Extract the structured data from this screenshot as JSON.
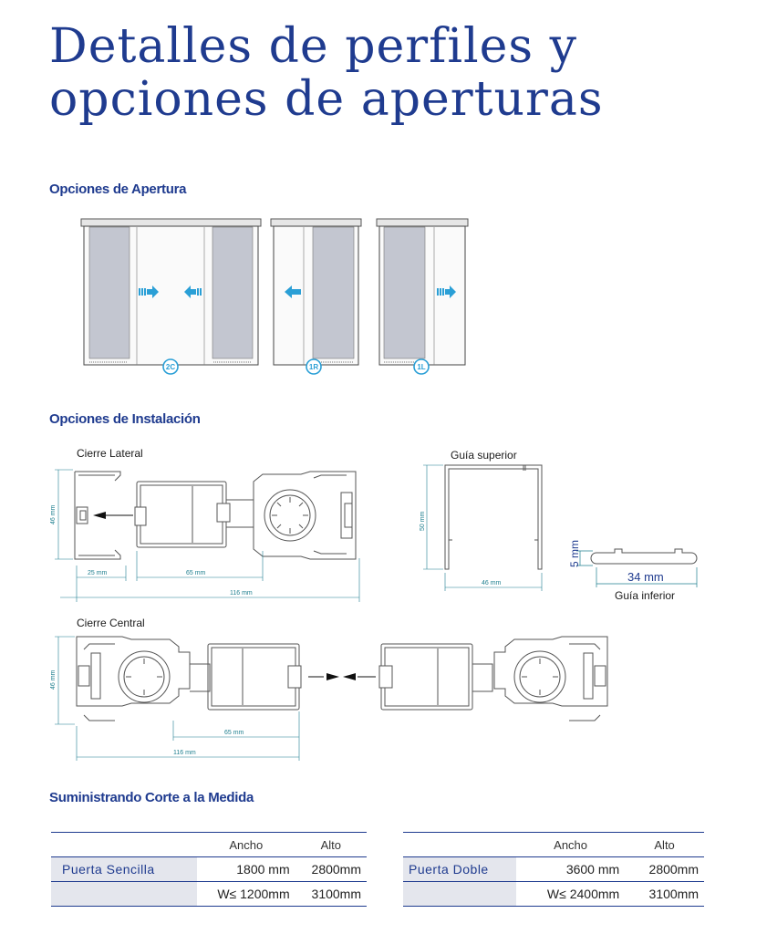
{
  "title_line1": "Detalles de perfiles y",
  "title_line2": "opciones de aperturas",
  "sections": {
    "apertura": "Opciones de Apertura",
    "instalacion": "Opciones de Instalación",
    "medida": "Suministrando Corte a la Medida"
  },
  "opening_badges": [
    "2C",
    "1R",
    "1L"
  ],
  "installation": {
    "lateral_label": "Cierre Lateral",
    "central_label": "Cierre Central",
    "guia_superior_label": "Guía superior",
    "guia_inferior_label": "Guía inferior",
    "dims": {
      "d46_lateral": "46 mm",
      "d25": "25 mm",
      "d65_lateral": "65 mm",
      "d116_lateral": "116 mm",
      "d50": "50 mm",
      "d46_superior": "46 mm",
      "d5": "5 mm",
      "d34": "34 mm",
      "d46_central": "46 mm",
      "d65_central": "65 mm",
      "d116_central": "116 mm"
    }
  },
  "tables": {
    "sencilla": {
      "col_ancho": "Ancho",
      "col_alto": "Alto",
      "label": "Puerta Sencilla",
      "row1_ancho": "1800 mm",
      "row1_alto": "2800mm",
      "row2_ancho": "W≤ 1200mm",
      "row2_alto": "3100mm"
    },
    "doble": {
      "col_ancho": "Ancho",
      "col_alto": "Alto",
      "label": "Puerta Doble",
      "row1_ancho": "3600 mm",
      "row1_alto": "2800mm",
      "row2_ancho": "W≤ 2400mm",
      "row2_alto": "3100mm"
    }
  },
  "colors": {
    "brand_blue": "#1f3b8f",
    "accent_cyan": "#2a9fd6",
    "glass_gray": "#c3c6d0",
    "dim_teal": "#1f7f8f"
  }
}
